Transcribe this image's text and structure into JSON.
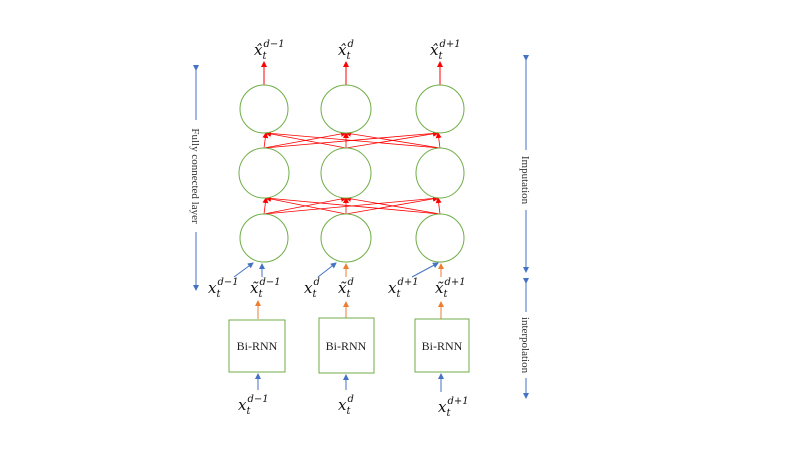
{
  "colors": {
    "neuron": "#70ad47",
    "box": "#70ad47",
    "edge": "#ff0000",
    "input_arrow": "#4472c4",
    "rnn_arrow": "#ed7d31",
    "side_arrow": "#4472c4"
  },
  "labels": {
    "side_left": "Fully connected layer",
    "side_right_top": "Imputation",
    "side_right_bottom": "interpolation",
    "rnn_box": "Bi-RNN"
  },
  "outputs": [
    {
      "base": "x̂",
      "sub": "t",
      "sup": "d−1"
    },
    {
      "base": "x̂",
      "sub": "t",
      "sup": "d"
    },
    {
      "base": "x̂",
      "sub": "t",
      "sup": "d+1"
    }
  ],
  "layer_inputs": [
    {
      "base": "x",
      "sub": "t",
      "sup": "d−1",
      "tbase": "x̃",
      "tsub": "t",
      "tsup": "d−1"
    },
    {
      "base": "x",
      "sub": "t",
      "sup": "d",
      "tbase": "x̃",
      "tsub": "t",
      "tsup": "d"
    },
    {
      "base": "x",
      "sub": "t",
      "sup": "d+1",
      "tbase": "x̃",
      "tsub": "t",
      "tsup": "d+1"
    }
  ],
  "bottom_inputs": [
    {
      "base": "x",
      "sub": "t",
      "sup": "d−1"
    },
    {
      "base": "x",
      "sub": "t",
      "sup": "d"
    },
    {
      "base": "x",
      "sub": "t",
      "sup": "d+1"
    }
  ]
}
